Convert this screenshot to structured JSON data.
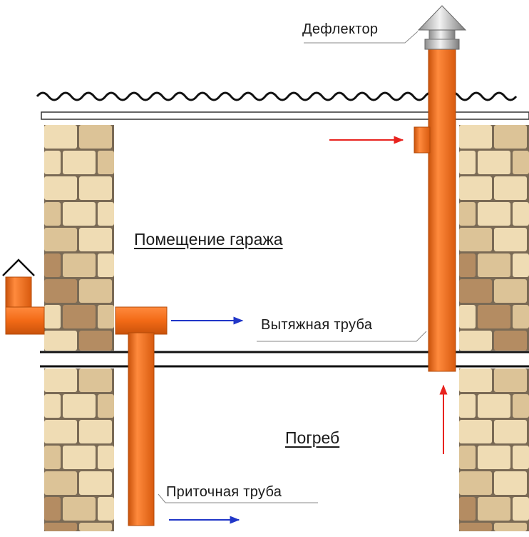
{
  "labels": {
    "deflector": "Дефлектор",
    "garage_room": "Помещение гаража",
    "exhaust_pipe": "Вытяжная труба",
    "cellar": "Погреб",
    "supply_pipe": "Приточная труба"
  },
  "colors": {
    "pipe": "#f26a16",
    "pipe_dark": "#c9520b",
    "pipe_light": "#ff8a3d",
    "arrow_red": "#e8231f",
    "arrow_blue": "#2036c8",
    "brick_light": "#efdcb4",
    "brick_mid": "#dcc397",
    "brick_dark": "#b48c62",
    "mortar": "#7a6a55",
    "deflector_metal": "#c8c8c8"
  },
  "icons": [
    "deflector-cap-icon",
    "supply-intake-cap-icon"
  ]
}
